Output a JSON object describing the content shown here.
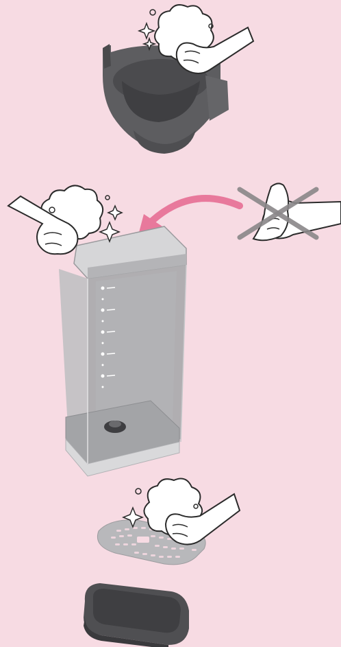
{
  "colors": {
    "background": "#f7dbe3",
    "part_dark": "#5a5a5c",
    "part_mid": "#6e6e70",
    "tank_glass": "#9c9da0",
    "arrow": "#e8799c",
    "cross": "#8a8789",
    "outline": "#2b2b2b"
  },
  "steps": [
    {
      "part": "capsule-container",
      "action": "wash-by-hand-with-soap",
      "icons": [
        "soap-foam-icon",
        "sparkle-icon"
      ]
    },
    {
      "part": "water-tank",
      "action": "wash-by-hand-with-soap",
      "icons": [
        "soap-foam-icon",
        "sparkle-icon",
        "curved-arrow-icon"
      ],
      "prohibited": "dishwasher-cloth-icon"
    },
    {
      "part": "drip-grid-and-tray",
      "action": "wash-by-hand-with-soap",
      "icons": [
        "soap-foam-icon",
        "sparkle-icon"
      ]
    }
  ],
  "tank_scale": {
    "ticks": [
      "",
      "",
      "",
      "",
      "",
      ""
    ]
  }
}
